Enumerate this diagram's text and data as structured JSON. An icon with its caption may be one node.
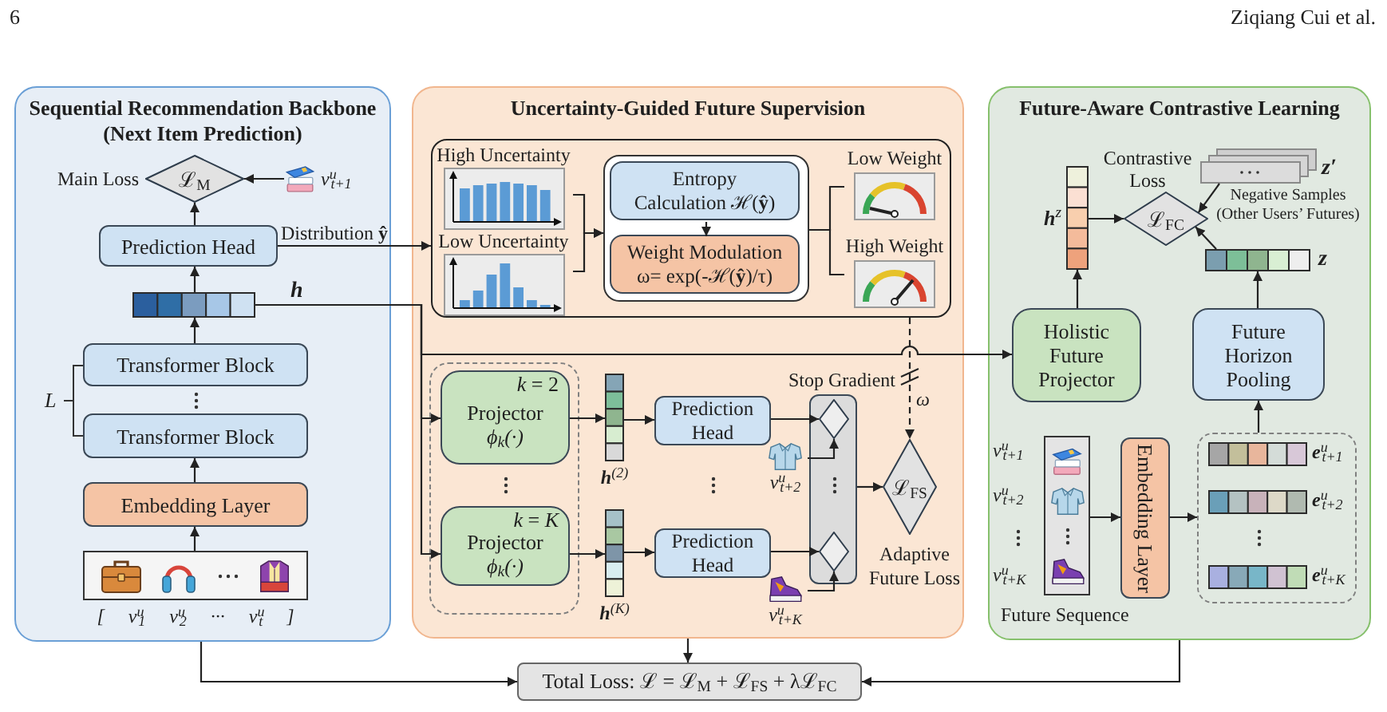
{
  "diagram": {
    "nodes": [
      {
        "text": [
          "Sequential Recommendation Backbone (Next Item Prediction)"
        ]
      },
      {
        "text": [
          "ℒ$_{M}$"
        ],
        "beside": [
          "Main Loss"
        ],
        "in": 0
      },
      {
        "text": [
          "v$^{u}$$_{t+1}$"
        ],
        "in": 0
      },
      {
        "text": [
          "Prediction Head"
        ],
        "in": 0
      },
      {
        "text": [],
        "shape": "bar",
        "in": 0
      },
      {
        "text": [
          "Transformer Block"
        ],
        "in": 0
      },
      {
        "text": [
          "Transformer Block"
        ],
        "in": 0
      },
      {
        "text": [
          "Embedding Layer"
        ],
        "in": 0
      },
      {
        "text": [],
        "shape": "box",
        "beside": [
          "[ v$^{u}$$_{1}$ v$^{u}$$_{2}$ ··· v$^{u}$$_{t}$ ]"
        ],
        "in": 0
      },
      {
        "text": [
          "Uncertainty-Guided Future Supervision"
        ]
      },
      {
        "text": [],
        "shape": "box",
        "in": 9
      },
      {
        "text": [
          "High Uncertainty"
        ],
        "in": 10
      },
      {
        "text": [
          "Low Uncertainty"
        ],
        "in": 10
      },
      {
        "text": [],
        "shape": "box",
        "in": 10
      },
      {
        "text": [
          "Entropy Calculation ℋ(**ŷ**)"
        ],
        "in": 13
      },
      {
        "text": [
          "Weight Modulation",
          "ω= exp(-ℋ(**ŷ**)/τ)"
        ],
        "in": 13
      },
      {
        "text": [
          "Low Weight"
        ],
        "in": 10
      },
      {
        "text": [
          "High Weight"
        ],
        "in": 10
      },
      {
        "text": [],
        "shape": "box",
        "in": 9
      },
      {
        "text": [
          "*k* = 2",
          "Projector",
          "ϕ$_{k}$(·)"
        ],
        "in": 18
      },
      {
        "text": [
          "*k* = *K*",
          "Projector",
          "ϕ$_{k}$(·)"
        ],
        "in": 18
      },
      {
        "text": [],
        "shape": "bar",
        "beside": [
          "**h**$^{(2)}$"
        ],
        "in": 9
      },
      {
        "text": [],
        "shape": "bar",
        "beside": [
          "**h**$^{(K)}$"
        ],
        "in": 9
      },
      {
        "text": [
          "Prediction Head"
        ],
        "in": 9
      },
      {
        "text": [
          "Prediction Head"
        ],
        "in": 9
      },
      {
        "text": [],
        "shape": "box",
        "in": 9
      },
      {
        "text": [],
        "shape": "diamond",
        "in": 25
      },
      {
        "text": [],
        "shape": "diamond",
        "in": 25
      },
      {
        "text": [
          "v$^{u}$$_{t+2}$"
        ],
        "in": 9
      },
      {
        "text": [
          "v$^{u}$$_{t+K}$"
        ],
        "in": 9
      },
      {
        "text": [
          "ℒ$_{FS}$"
        ],
        "beside": [
          "Adaptive Future Loss"
        ],
        "in": 9
      },
      {
        "text": [
          "Future-Aware Contrastive Learning"
        ]
      },
      {
        "text": [
          "ℒ$_{FC}$"
        ],
        "beside": [
          "Contrastive Loss"
        ],
        "in": 31
      },
      {
        "text": [],
        "shape": "bar",
        "beside": [
          "**h**$^{z}$"
        ],
        "in": 31
      },
      {
        "text": [],
        "shape": "box",
        "beside": [
          "z′",
          "Negative Samples (Other Users’ Futures)"
        ],
        "in": 31
      },
      {
        "text": [],
        "shape": "bar",
        "beside": [
          "z"
        ],
        "in": 31
      },
      {
        "text": [
          "Holistic Future Projector"
        ],
        "in": 31
      },
      {
        "text": [
          "Future Horizon Pooling"
        ],
        "in": 31
      },
      {
        "text": [],
        "shape": "box",
        "beside": [
          "v$^{u}$$_{t+1}$",
          "v$^{u}$$_{t+2}$",
          "v$^{u}$$_{t+K}$",
          "Future Sequence"
        ],
        "in": 31
      },
      {
        "text": [
          "Embedding Layer"
        ],
        "in": 31
      },
      {
        "text": [],
        "shape": "box",
        "in": 31
      },
      {
        "text": [],
        "shape": "bar",
        "beside": [
          "**e**$^{u}$$_{t+1}$"
        ],
        "in": 40
      },
      {
        "text": [],
        "shape": "bar",
        "beside": [
          "**e**$^{u}$$_{t+2}$"
        ],
        "in": 40
      },
      {
        "text": [],
        "shape": "bar",
        "beside": [
          "**e**$^{u}$$_{t+K}$"
        ],
        "in": 40
      },
      {
        "text": [
          "Total Loss: ℒ = ℒ$_{M}$ + ℒ$_{FS}$ + λℒ$_{FC}$"
        ]
      }
    ],
    "edges": [
      {
        "from": 2,
        "to": 1,
        "arrow": "to"
      },
      {
        "from": 3,
        "to": 1,
        "arrow": "to"
      },
      {
        "from": 4,
        "to": 3,
        "arrow": "to"
      },
      {
        "from": 5,
        "to": 4,
        "arrow": "to"
      },
      {
        "from": 7,
        "to": 6,
        "arrow": "to"
      },
      {
        "from": 8,
        "to": 7,
        "arrow": "to"
      },
      {
        "from": 3,
        "to": 10,
        "arrow": "to",
        "label": "Distribution **ŷ**"
      },
      {
        "from": 4,
        "to": 19,
        "arrow": "to"
      },
      {
        "from": 4,
        "to": 20,
        "arrow": "to"
      },
      {
        "from": 4,
        "to": 36,
        "arrow": "to"
      },
      {
        "from": 11,
        "to": 13,
        "arrow": "to"
      },
      {
        "from": 12,
        "to": 13,
        "arrow": "to"
      },
      {
        "from": 13,
        "to": 16,
        "arrow": "none"
      },
      {
        "from": 13,
        "to": 17,
        "arrow": "none"
      },
      {
        "from": 14,
        "to": 15,
        "arrow": "to"
      },
      {
        "from": 10,
        "to": 30,
        "arrow": "to",
        "label": "ω",
        "style": "dashed"
      },
      {
        "from": 19,
        "to": 21,
        "arrow": "to"
      },
      {
        "from": 20,
        "to": 22,
        "arrow": "to"
      },
      {
        "from": 21,
        "to": 23,
        "arrow": "to"
      },
      {
        "from": 22,
        "to": 24,
        "arrow": "to"
      },
      {
        "from": 23,
        "to": 26,
        "arrow": "to"
      },
      {
        "from": 24,
        "to": 27,
        "arrow": "to"
      },
      {
        "from": 28,
        "to": 26,
        "arrow": "to"
      },
      {
        "from": 29,
        "to": 27,
        "arrow": "to"
      },
      {
        "from": 25,
        "to": 30,
        "arrow": "to"
      },
      {
        "from": 33,
        "to": 32,
        "arrow": "to"
      },
      {
        "from": 34,
        "to": 32,
        "arrow": "to"
      },
      {
        "from": 35,
        "to": 32,
        "arrow": "to"
      },
      {
        "from": 36,
        "to": 33,
        "arrow": "to"
      },
      {
        "from": 37,
        "to": 35,
        "arrow": "to"
      },
      {
        "from": 38,
        "to": 39,
        "arrow": "to"
      },
      {
        "from": 39,
        "to": 40,
        "arrow": "to"
      },
      {
        "from": 40,
        "to": 37,
        "arrow": "to"
      },
      {
        "from": 0,
        "to": 44,
        "arrow": "to"
      },
      {
        "from": 9,
        "to": 44,
        "arrow": "to"
      },
      {
        "from": 31,
        "to": 44,
        "arrow": "to"
      }
    ],
    "labels": [
      "6",
      "Ziqiang Cui et al.",
      "h",
      "L",
      "Stop Gradient"
    ]
  }
}
